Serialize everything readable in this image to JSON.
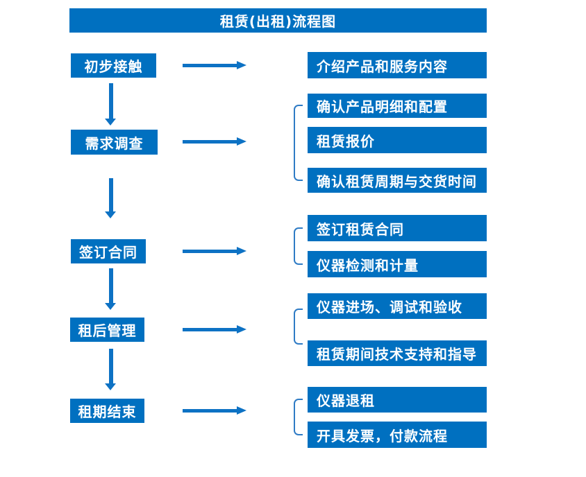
{
  "title": "租赁(出租)流程图",
  "colors": {
    "primary_blue": "#0070C0",
    "arrow_blue": "#0D72C4",
    "bracket_blue": "#2E7BC5",
    "text_white": "#FFFFFF",
    "background": "#FFFFFF"
  },
  "flow": {
    "steps": [
      {
        "label": "初步接触",
        "details": [
          "介绍产品和服务内容"
        ]
      },
      {
        "label": "需求调查",
        "details": [
          "确认产品明细和配置",
          "租赁报价",
          "确认租赁周期与交货时间"
        ]
      },
      {
        "label": "签订合同",
        "details": [
          "签订租赁合同",
          "仪器检测和计量"
        ]
      },
      {
        "label": "租后管理",
        "details": [
          "仪器进场、调试和验收",
          "租赁期间技术支持和指导"
        ]
      },
      {
        "label": "租期结束",
        "details": [
          "仪器退租",
          "开具发票，付款流程"
        ]
      }
    ]
  }
}
